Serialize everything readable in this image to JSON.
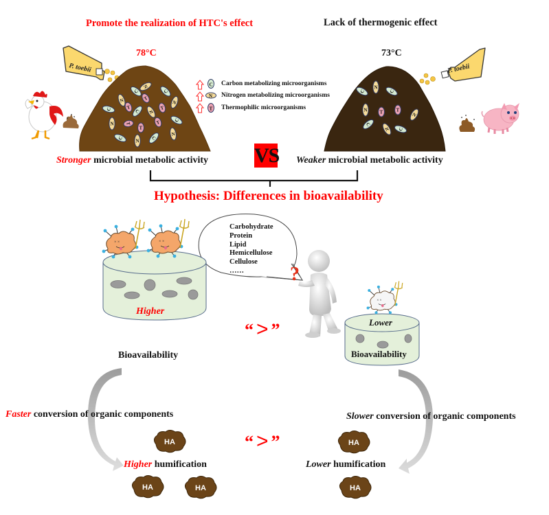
{
  "top": {
    "left_title": "Promote the realization of HTC's effect",
    "right_title": "Lack of thermogenic effect",
    "left_temp": "78°C",
    "right_temp": "73°C",
    "flask_label": "P. toebii",
    "left_animal": "chicken",
    "right_animal": "pig",
    "legend": [
      {
        "glyph": "C",
        "label": "Carbon metabolizing microorganisms",
        "trend": "increase"
      },
      {
        "glyph": "N",
        "label": "Nitrogen metabolizing microorganisms",
        "trend": "increase"
      },
      {
        "glyph": "T",
        "label": "Thermophilic microorganisms",
        "trend": "increase"
      }
    ],
    "left_activity_emph": "Stronger",
    "left_activity_rest": " microbial metabolic activity",
    "right_activity_emph": "Weaker",
    "right_activity_rest": " microbial metabolic activity",
    "vs": "VS",
    "hypothesis": "Hypothesis: Differences in bioavailability"
  },
  "bubble": {
    "items": [
      "Carbohydrate",
      "Protein",
      "Lipid",
      "Hemicellulose",
      "Cellulose",
      "……"
    ],
    "question_mark": "?"
  },
  "middle": {
    "left_level": "Higher",
    "right_level": "Lower",
    "bio_label": "Bioavailability",
    "compare_open": "“",
    "compare_sign": ">",
    "compare_close": "”"
  },
  "bottom": {
    "left_conv_emph": "Faster",
    "left_conv_rest": " conversion of organic  components",
    "right_conv_emph": "Slower",
    "right_conv_rest": " conversion of organic  components",
    "left_hum_emph": "Higher",
    "left_hum_rest": " humification",
    "right_hum_emph": "Lower",
    "right_hum_rest": " humification",
    "ha_label": "HA"
  },
  "colors": {
    "accent_red": "#ff0000",
    "left_pile": "#6e4514",
    "right_pile": "#3a2610",
    "carbon_microbe": "#d7ecd3",
    "nitrogen_microbe": "#f6dc9a",
    "thermo_microbe": "#eba2b2",
    "cylinder": "#e4f0da",
    "ha_blob": "#6b4418",
    "flask": "#fbd86e"
  }
}
